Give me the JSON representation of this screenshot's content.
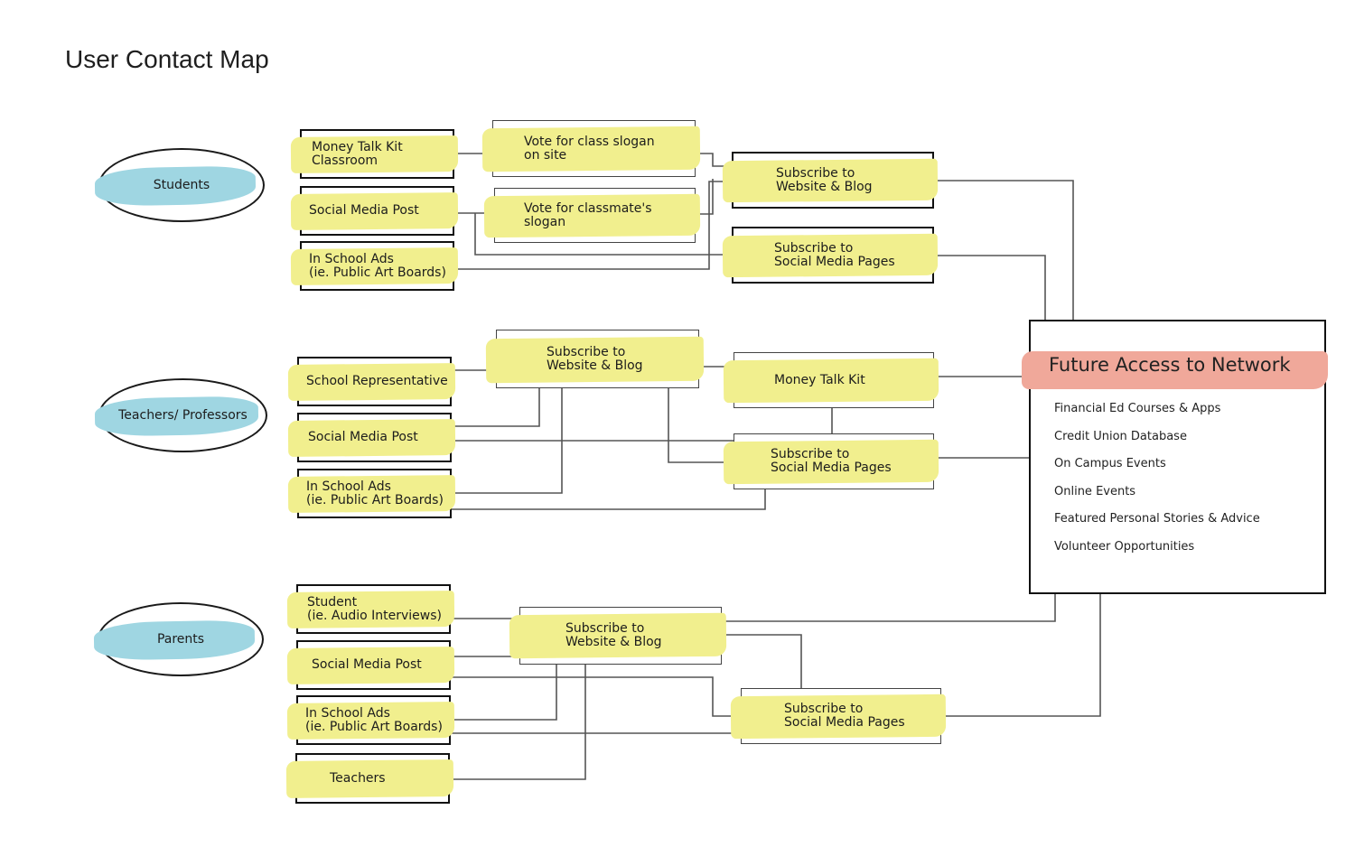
{
  "title": "User Contact Map",
  "colors": {
    "audience": "#9fd6e2",
    "highlight": "#f1ef8e",
    "network_header": "#f0a89a"
  },
  "audiences": {
    "students": "Students",
    "teachers": "Teachers/ Professors",
    "parents": "Parents"
  },
  "students": {
    "money_kit": "Money Talk Kit\nClassroom",
    "social_post": "Social Media Post",
    "school_ads": "In School Ads\n(ie. Public Art Boards)",
    "vote_slogan": "Vote for class slogan\non site",
    "vote_classmate": "Vote for classmate's\nslogan",
    "subscribe_web": "Subscribe to\nWebsite & Blog",
    "subscribe_social": "Subscribe to\nSocial Media Pages"
  },
  "teachers": {
    "school_rep": "School Representative",
    "social_post": "Social Media Post",
    "school_ads": "In School Ads\n(ie. Public Art Boards)",
    "subscribe_web": "Subscribe to\nWebsite & Blog",
    "money_kit": "Money Talk Kit",
    "subscribe_social": "Subscribe to\nSocial Media Pages"
  },
  "parents": {
    "student": "Student\n(ie. Audio Interviews)",
    "social_post": "Social Media Post",
    "school_ads": "In School Ads\n(ie. Public Art Boards)",
    "teachers": "Teachers",
    "subscribe_web": "Subscribe to\nWebsite & Blog",
    "subscribe_social": "Subscribe to\nSocial Media Pages"
  },
  "network": {
    "title": "Future Access to Network",
    "items": [
      "Financial Ed Courses & Apps",
      "Credit Union Database",
      "On Campus Events",
      "Online Events",
      "Featured Personal Stories & Advice",
      "Volunteer Opportunities"
    ]
  }
}
